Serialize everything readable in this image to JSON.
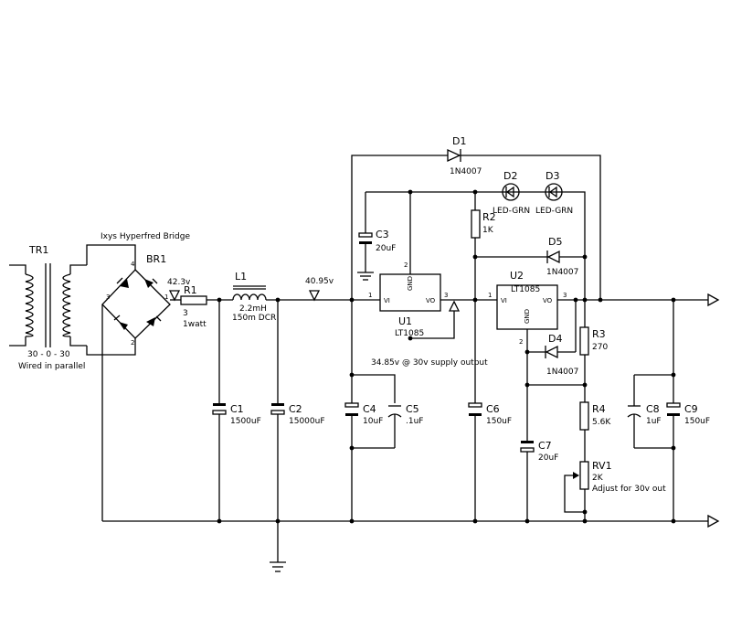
{
  "transformer": {
    "ref": "TR1",
    "label": "30 - 0 - 30",
    "note": "Wired in parallel"
  },
  "bridge": {
    "ref": "BR1",
    "title": "Ixys Hyperfred Bridge",
    "pins": [
      "4",
      "3",
      "2",
      "1"
    ]
  },
  "resistors": {
    "r1": {
      "ref": "R1",
      "value": "3",
      "note": "1watt"
    },
    "r2": {
      "ref": "R2",
      "value": "1K"
    },
    "r3": {
      "ref": "R3",
      "value": "270"
    },
    "r4": {
      "ref": "R4",
      "value": "5.6K"
    },
    "rv1": {
      "ref": "RV1",
      "value": "2K",
      "note": "Adjust for 30v out"
    }
  },
  "inductor": {
    "ref": "L1",
    "value": "2.2mH",
    "note": "150m DCR"
  },
  "capacitors": {
    "c1": {
      "ref": "C1",
      "value": "1500uF"
    },
    "c2": {
      "ref": "C2",
      "value": "15000uF"
    },
    "c3": {
      "ref": "C3",
      "value": "20uF"
    },
    "c4": {
      "ref": "C4",
      "value": "10uF"
    },
    "c5": {
      "ref": "C5",
      "value": ".1uF"
    },
    "c6": {
      "ref": "C6",
      "value": "150uF"
    },
    "c7": {
      "ref": "C7",
      "value": "20uF"
    },
    "c8": {
      "ref": "C8",
      "value": "1uF"
    },
    "c9": {
      "ref": "C9",
      "value": "150uF"
    }
  },
  "diodes": {
    "d1": {
      "ref": "D1",
      "value": "1N4007"
    },
    "d2": {
      "ref": "D2",
      "value": "LED-GRN"
    },
    "d3": {
      "ref": "D3",
      "value": "LED-GRN"
    },
    "d4": {
      "ref": "D4",
      "value": "1N4007"
    },
    "d5": {
      "ref": "D5",
      "value": "1N4007"
    }
  },
  "regulators": {
    "u1": {
      "ref": "U1",
      "part": "LT1085",
      "vi": "VI",
      "vo": "VO",
      "gnd": "GND",
      "p1": "1",
      "p2": "2",
      "p3": "3"
    },
    "u2": {
      "ref": "U2",
      "part": "LT1085",
      "vi": "VI",
      "vo": "VO",
      "gnd": "GND",
      "p1": "1",
      "p2": "2",
      "p3": "3"
    }
  },
  "probes": {
    "v1": "42.3v",
    "v2": "40.95v",
    "v3": "34.85v @ 30v supply output"
  }
}
